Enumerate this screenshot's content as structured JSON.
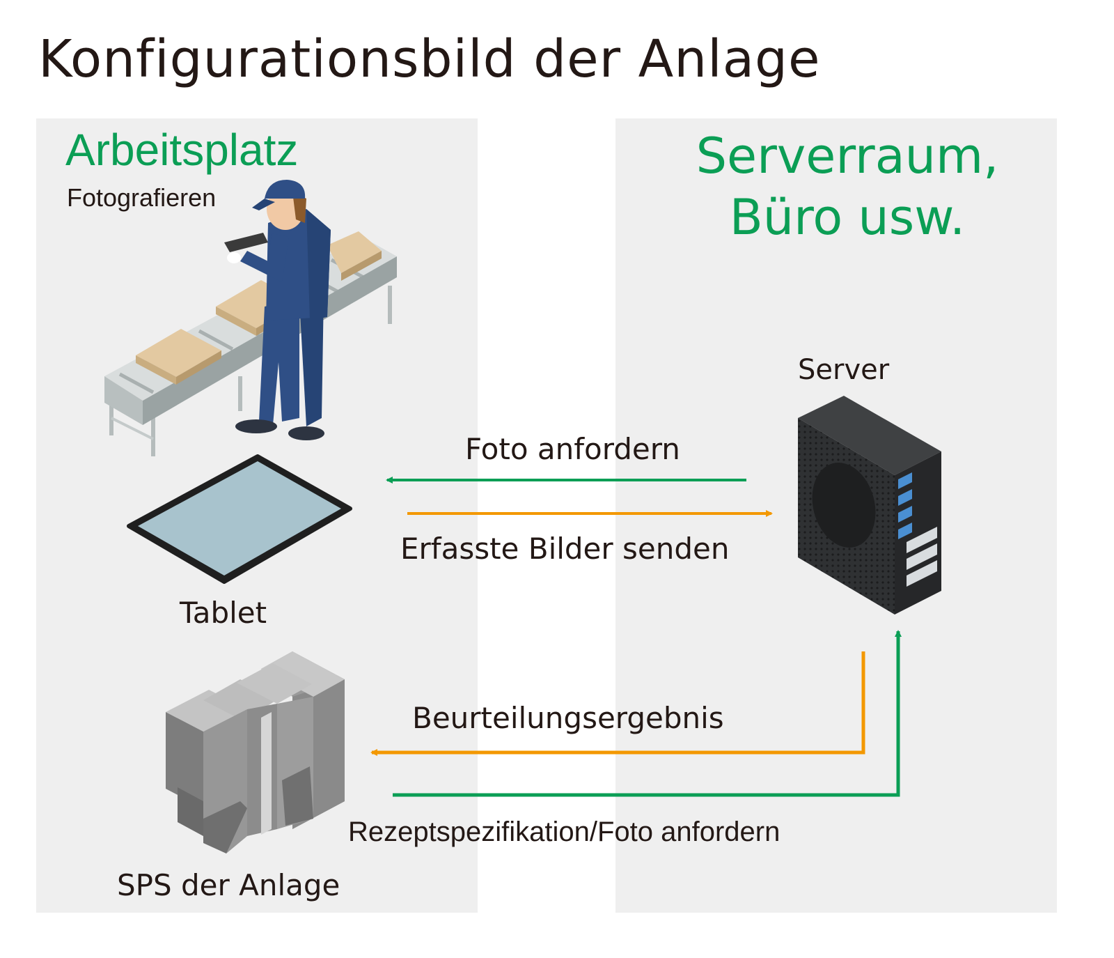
{
  "title": "Konfigurationsbild der Anlage",
  "zones": {
    "left": {
      "title": "Arbeitsplatz",
      "subtitle": "Fotografieren"
    },
    "right": {
      "title_line1": "Serverraum,",
      "title_line2": "Büro usw."
    }
  },
  "devices": {
    "server": "Server",
    "tablet": "Tablet",
    "plc": "SPS der Anlage"
  },
  "arrows": {
    "request_photo": "Foto anfordern",
    "send_images": "Erfasste Bilder senden",
    "judgement_result": "Beurteilungsergebnis",
    "recipe_request": "Rezeptspezifikation/Foto anfordern"
  },
  "colors": {
    "green": "#0b9e55",
    "orange": "#f39800",
    "panel": "#efefef",
    "text": "#231815"
  }
}
